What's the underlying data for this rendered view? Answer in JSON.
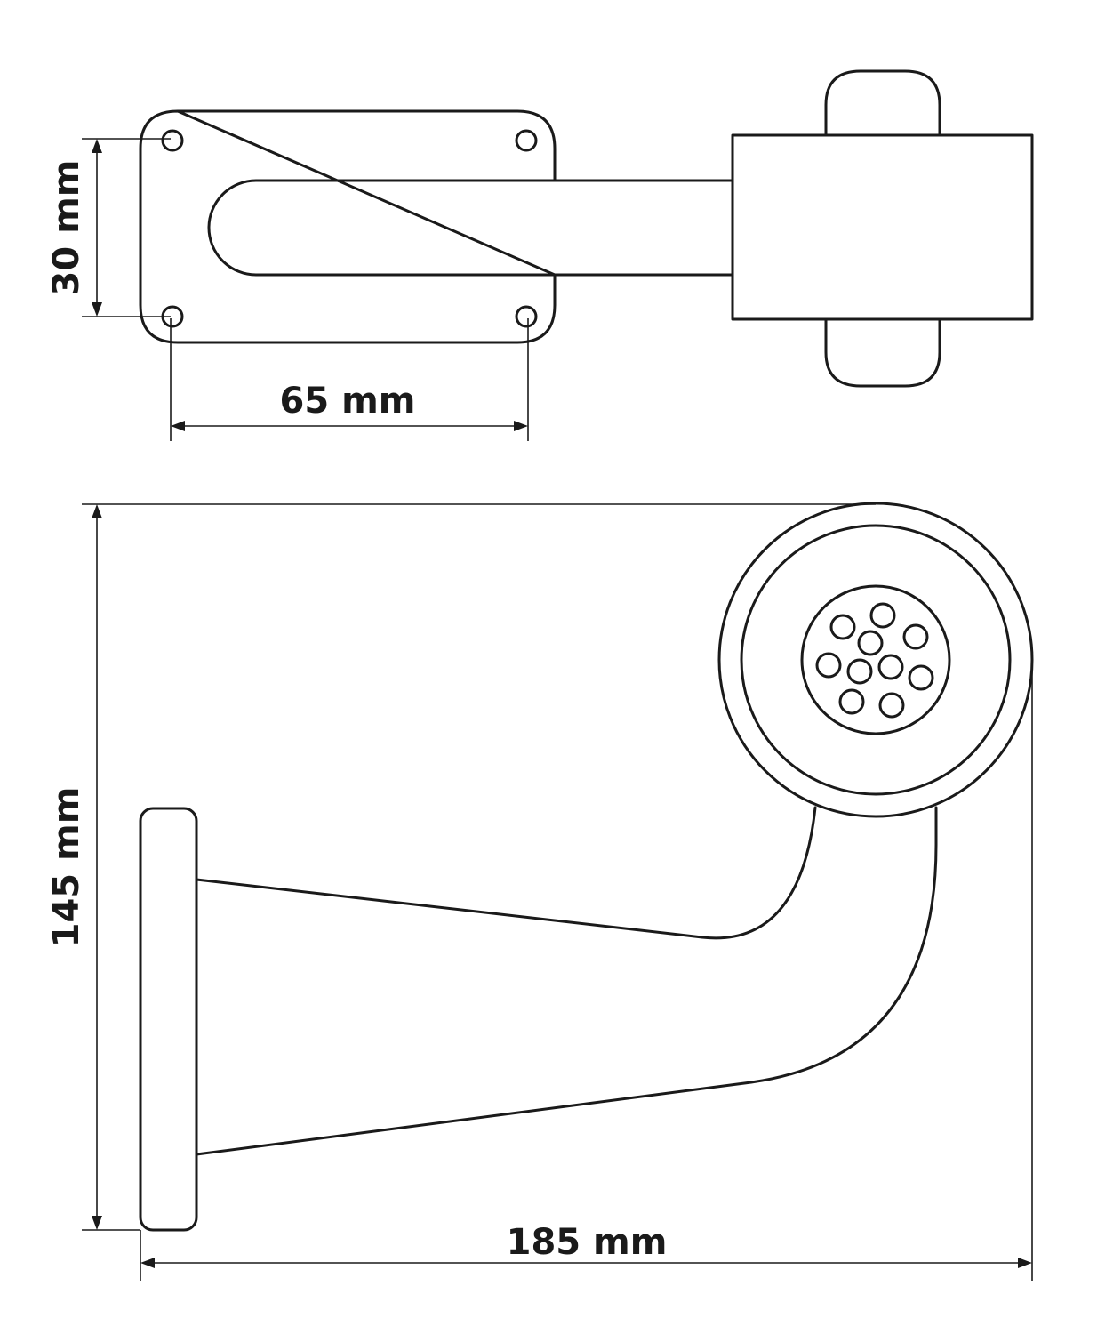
{
  "dimensions": {
    "top_height": "30 mm",
    "top_width": "65 mm",
    "side_height": "145 mm",
    "side_width": "185 mm"
  },
  "colors": {
    "line": "#1a1a1a",
    "background": "#ffffff"
  }
}
